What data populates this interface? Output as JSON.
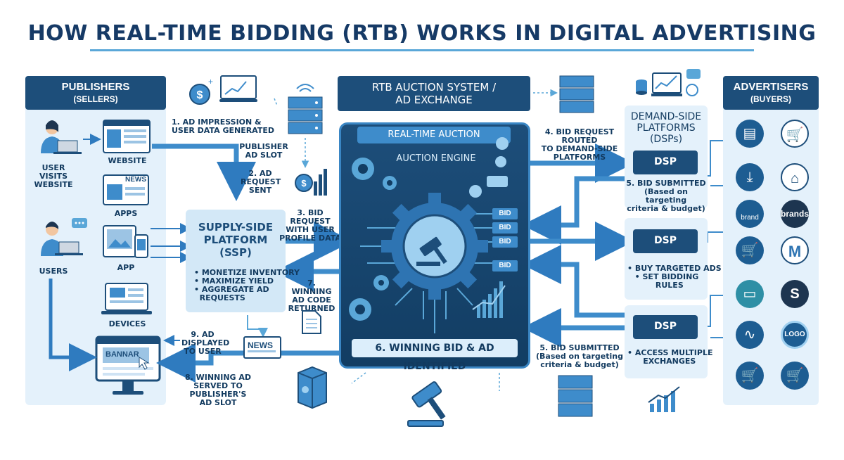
{
  "title": "HOW REAL-TIME BIDDING (RTB) WORKS IN DIGITAL ADVERTISING",
  "publishers": {
    "head": "PUBLISHERS",
    "sub": "(SELLERS)",
    "user_visits": "USER\nVISITS\nWEBSITE",
    "users": "USERS",
    "website": "WEBSITE",
    "apps": "APPS",
    "app": "APP",
    "devices": "DEVICES",
    "news": "NEWS",
    "banner": "BANNAR"
  },
  "steps": {
    "s1": "1. AD IMPRESSION &\nUSER DATA GENERATED",
    "publisher_slot": "PUBLISHER\nAD SLOT",
    "s2": "2. AD\nREQUEST\nSENT",
    "s3": "3. BID REQUEST\nWITH USER\nPROFILE DATA",
    "s4": "4. BID REQUEST ROUTED\nTO DEMAND-SIDE\nPLATFORMS",
    "s5a": "5. BID SUBMITTED\n(Based on targeting\ncriteria & budget)",
    "s5b": "5. BID SUBMITTED\n(Based on targeting\ncriteria & budget)",
    "s7": "7. WINNING\nAD CODE\nRETURNED",
    "s8": "8. WINNING AD\nSERVED TO PUBLISHER'S\nAD SLOT",
    "s9": "9. AD\nDISPLAYED\nTO USER"
  },
  "ssp": {
    "title": "SUPPLY-SIDE\nPLATFORM\n(SSP)",
    "bullets": "• MONETIZE INVENTORY\n• MAXIMIZE YIELD\n• AGGREGATE AD\n  REQUESTS"
  },
  "exchange": {
    "head": "RTB AUCTION SYSTEM /\nAD EXCHANGE",
    "realtime": "REAL-TIME AUCTION",
    "engine": "AUCTION ENGINE",
    "bid": "BID",
    "winning": "6. WINNING BID & AD IDENTIFIED",
    "news": "NEWS"
  },
  "dsps": {
    "head": "DEMAND-SIDE\nPLATFORMS\n(DSPs)",
    "dsp": "DSP",
    "bullets2": "• BUY TARGETED ADS\n• SET BIDDING\n  RULES",
    "bullets3": "• ACCESS MULTIPLE\n  EXCHANGES"
  },
  "advertisers": {
    "head": "ADVERTISERS",
    "sub": "(BUYERS)",
    "brands": "brands",
    "brand": "brand",
    "logo": "LOGO",
    "m": "M"
  },
  "colors": {
    "dark": "#1d4e7a",
    "accent": "#3e8ccb",
    "light": "#e4f1fb"
  }
}
